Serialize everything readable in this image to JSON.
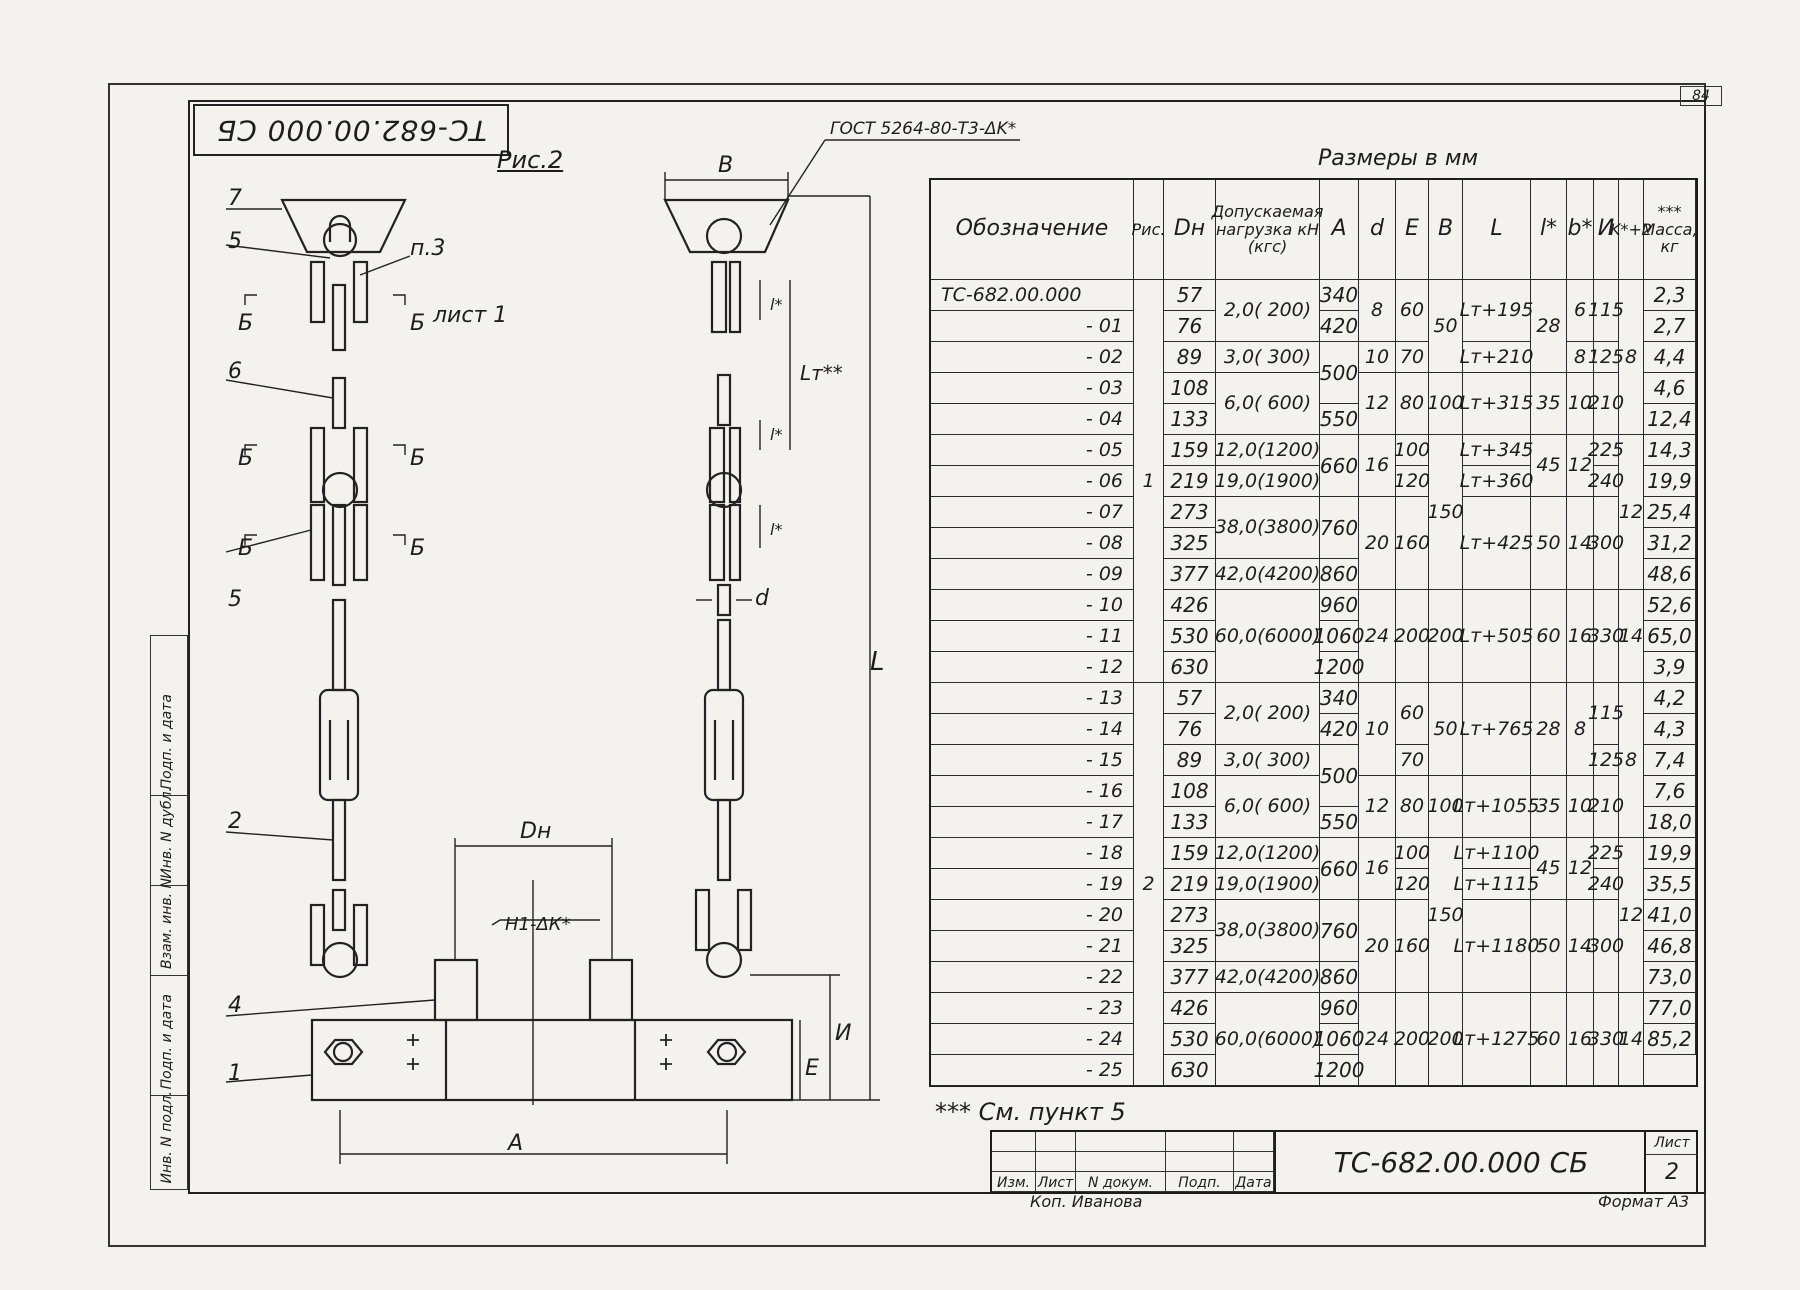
{
  "sheet_corner": "84",
  "rotated_code": "ТС-682.00.000 СБ",
  "figure_label": "Рис.2",
  "units_label": "Размеры в мм",
  "gost_label": "ГОСТ 5264-80-Т3-ΔK*",
  "weld_label": "Н1-ΔК*",
  "drawing_labels": {
    "item1": "1",
    "item2": "2",
    "item4": "4",
    "item5a": "5",
    "item5b": "5",
    "item6": "6",
    "item7": "7",
    "item_p3": "п.3",
    "section": "Б",
    "sheet_ref": "лист 1",
    "dim_B": "В",
    "dim_L": "L",
    "dim_Lt": "Lт**",
    "dim_l": "l*",
    "dim_d": "d",
    "dim_Dn": "Dн",
    "dim_A": "A",
    "dim_E": "E",
    "dim_I": "И"
  },
  "side_strip": [
    "Инв. N подл.",
    "Подп. и дата",
    "Взам. инв. N",
    "Инв. N дубл.",
    "Подп. и дата"
  ],
  "table": {
    "headers": {
      "designation": "Обозначение",
      "fig": "Рис.",
      "dn": "Dн",
      "load": "Допускаемая нагрузка кН (кгс)",
      "A": "A",
      "d": "d",
      "E": "E",
      "B": "B",
      "L": "L",
      "l": "l*",
      "b": "b*",
      "I": "И",
      "k": "K*+2",
      "mass": "*** Масса, кг"
    },
    "designations": [
      "ТС-682.00.000",
      "- 01",
      "- 02",
      "- 03",
      "- 04",
      "- 05",
      "- 06",
      "- 07",
      "- 08",
      "- 09",
      "- 10",
      "- 11",
      "- 12",
      "- 13",
      "- 14",
      "- 15",
      "- 16",
      "- 17",
      "- 18",
      "- 19",
      "- 20",
      "- 21",
      "- 22",
      "- 23",
      "- 24",
      "- 25"
    ],
    "dn": [
      "57",
      "76",
      "89",
      "108",
      "133",
      "159",
      "219",
      "273",
      "325",
      "377",
      "426",
      "530",
      "630",
      "57",
      "76",
      "89",
      "108",
      "133",
      "159",
      "219",
      "273",
      "325",
      "377",
      "426",
      "530",
      "630"
    ],
    "mass": [
      "2,3",
      "2,7",
      "4,4",
      "4,6",
      "12,4",
      "14,3",
      "19,9",
      "25,4",
      "31,2",
      "48,6",
      "52,6",
      "65,0",
      "3,9",
      "4,2",
      "4,3",
      "7,4",
      "7,6",
      "18,0",
      "19,9",
      "35,5",
      "41,0",
      "46,8",
      "73,0",
      "77,0",
      "85,2"
    ],
    "fig": [
      {
        "s": 0,
        "n": 13,
        "v": "1"
      },
      {
        "s": 13,
        "n": 13,
        "v": "2"
      }
    ],
    "load": [
      {
        "s": 0,
        "n": 2,
        "v": "2,0( 200)"
      },
      {
        "s": 2,
        "n": 1,
        "v": "3,0( 300)"
      },
      {
        "s": 3,
        "n": 2,
        "v": "6,0( 600)"
      },
      {
        "s": 5,
        "n": 1,
        "v": "12,0(1200)"
      },
      {
        "s": 6,
        "n": 1,
        "v": "19,0(1900)"
      },
      {
        "s": 7,
        "n": 2,
        "v": "38,0(3800)"
      },
      {
        "s": 9,
        "n": 1,
        "v": "42,0(4200)"
      },
      {
        "s": 10,
        "n": 3,
        "v": "60,0(6000)"
      },
      {
        "s": 13,
        "n": 2,
        "v": "2,0( 200)"
      },
      {
        "s": 15,
        "n": 1,
        "v": "3,0( 300)"
      },
      {
        "s": 16,
        "n": 2,
        "v": "6,0( 600)"
      },
      {
        "s": 18,
        "n": 1,
        "v": "12,0(1200)"
      },
      {
        "s": 19,
        "n": 1,
        "v": "19,0(1900)"
      },
      {
        "s": 20,
        "n": 2,
        "v": "38,0(3800)"
      },
      {
        "s": 22,
        "n": 1,
        "v": "42,0(4200)"
      },
      {
        "s": 23,
        "n": 3,
        "v": "60,0(6000)"
      }
    ],
    "A": [
      {
        "s": 0,
        "n": 1,
        "v": "340"
      },
      {
        "s": 1,
        "n": 1,
        "v": "420"
      },
      {
        "s": 2,
        "n": 2,
        "v": "500"
      },
      {
        "s": 4,
        "n": 1,
        "v": "550"
      },
      {
        "s": 5,
        "n": 2,
        "v": "660"
      },
      {
        "s": 7,
        "n": 2,
        "v": "760"
      },
      {
        "s": 9,
        "n": 1,
        "v": "860"
      },
      {
        "s": 10,
        "n": 1,
        "v": "960"
      },
      {
        "s": 11,
        "n": 1,
        "v": "1060"
      },
      {
        "s": 12,
        "n": 1,
        "v": "1200"
      },
      {
        "s": 13,
        "n": 1,
        "v": "340"
      },
      {
        "s": 14,
        "n": 1,
        "v": "420"
      },
      {
        "s": 15,
        "n": 2,
        "v": "500"
      },
      {
        "s": 17,
        "n": 1,
        "v": "550"
      },
      {
        "s": 18,
        "n": 2,
        "v": "660"
      },
      {
        "s": 20,
        "n": 2,
        "v": "760"
      },
      {
        "s": 22,
        "n": 1,
        "v": "860"
      },
      {
        "s": 23,
        "n": 1,
        "v": "960"
      },
      {
        "s": 24,
        "n": 1,
        "v": "1060"
      },
      {
        "s": 25,
        "n": 1,
        "v": "1200"
      }
    ],
    "d": [
      {
        "s": 0,
        "n": 2,
        "v": "8"
      },
      {
        "s": 2,
        "n": 1,
        "v": "10"
      },
      {
        "s": 3,
        "n": 2,
        "v": "12"
      },
      {
        "s": 5,
        "n": 2,
        "v": "16"
      },
      {
        "s": 7,
        "n": 3,
        "v": "20"
      },
      {
        "s": 10,
        "n": 3,
        "v": "24"
      },
      {
        "s": 13,
        "n": 3,
        "v": "10"
      },
      {
        "s": 16,
        "n": 2,
        "v": "12"
      },
      {
        "s": 18,
        "n": 2,
        "v": "16"
      },
      {
        "s": 20,
        "n": 3,
        "v": "20"
      },
      {
        "s": 23,
        "n": 3,
        "v": "24"
      }
    ],
    "E": [
      {
        "s": 0,
        "n": 2,
        "v": "60"
      },
      {
        "s": 2,
        "n": 1,
        "v": "70"
      },
      {
        "s": 3,
        "n": 2,
        "v": "80"
      },
      {
        "s": 5,
        "n": 1,
        "v": "100"
      },
      {
        "s": 6,
        "n": 1,
        "v": "120"
      },
      {
        "s": 7,
        "n": 3,
        "v": "160"
      },
      {
        "s": 10,
        "n": 3,
        "v": "200"
      },
      {
        "s": 13,
        "n": 2,
        "v": "60"
      },
      {
        "s": 15,
        "n": 1,
        "v": "70"
      },
      {
        "s": 16,
        "n": 2,
        "v": "80"
      },
      {
        "s": 18,
        "n": 1,
        "v": "100"
      },
      {
        "s": 19,
        "n": 1,
        "v": "120"
      },
      {
        "s": 20,
        "n": 3,
        "v": "160"
      },
      {
        "s": 23,
        "n": 3,
        "v": "200"
      }
    ],
    "B": [
      {
        "s": 0,
        "n": 3,
        "v": "50"
      },
      {
        "s": 3,
        "n": 2,
        "v": "100"
      },
      {
        "s": 5,
        "n": 5,
        "v": "150"
      },
      {
        "s": 10,
        "n": 3,
        "v": "200"
      },
      {
        "s": 13,
        "n": 3,
        "v": "50"
      },
      {
        "s": 16,
        "n": 2,
        "v": "100"
      },
      {
        "s": 18,
        "n": 5,
        "v": "150"
      },
      {
        "s": 23,
        "n": 3,
        "v": "200"
      }
    ],
    "L": [
      {
        "s": 0,
        "n": 2,
        "v": "Lт+195"
      },
      {
        "s": 2,
        "n": 1,
        "v": "Lт+210"
      },
      {
        "s": 3,
        "n": 2,
        "v": "Lт+315"
      },
      {
        "s": 5,
        "n": 1,
        "v": "Lт+345"
      },
      {
        "s": 6,
        "n": 1,
        "v": "Lт+360"
      },
      {
        "s": 7,
        "n": 3,
        "v": "Lт+425"
      },
      {
        "s": 10,
        "n": 3,
        "v": "Lт+505"
      },
      {
        "s": 13,
        "n": 3,
        "v": "Lт+765"
      },
      {
        "s": 16,
        "n": 2,
        "v": "Lт+1055"
      },
      {
        "s": 18,
        "n": 1,
        "v": "Lт+1100"
      },
      {
        "s": 19,
        "n": 1,
        "v": "Lт+1115"
      },
      {
        "s": 20,
        "n": 3,
        "v": "Lт+1180"
      },
      {
        "s": 23,
        "n": 3,
        "v": "Lт+1275"
      }
    ],
    "l": [
      {
        "s": 0,
        "n": 3,
        "v": "28"
      },
      {
        "s": 3,
        "n": 2,
        "v": "35"
      },
      {
        "s": 5,
        "n": 2,
        "v": "45"
      },
      {
        "s": 7,
        "n": 3,
        "v": "50"
      },
      {
        "s": 10,
        "n": 3,
        "v": "60"
      },
      {
        "s": 13,
        "n": 3,
        "v": "28"
      },
      {
        "s": 16,
        "n": 2,
        "v": "35"
      },
      {
        "s": 18,
        "n": 2,
        "v": "45"
      },
      {
        "s": 20,
        "n": 3,
        "v": "50"
      },
      {
        "s": 23,
        "n": 3,
        "v": "60"
      }
    ],
    "b": [
      {
        "s": 0,
        "n": 2,
        "v": "6"
      },
      {
        "s": 2,
        "n": 1,
        "v": "8"
      },
      {
        "s": 3,
        "n": 2,
        "v": "10"
      },
      {
        "s": 5,
        "n": 2,
        "v": "12"
      },
      {
        "s": 7,
        "n": 3,
        "v": "14"
      },
      {
        "s": 10,
        "n": 3,
        "v": "16"
      },
      {
        "s": 13,
        "n": 3,
        "v": "8"
      },
      {
        "s": 16,
        "n": 2,
        "v": "10"
      },
      {
        "s": 18,
        "n": 2,
        "v": "12"
      },
      {
        "s": 20,
        "n": 3,
        "v": "14"
      },
      {
        "s": 23,
        "n": 3,
        "v": "16"
      }
    ],
    "I": [
      {
        "s": 0,
        "n": 2,
        "v": "115"
      },
      {
        "s": 2,
        "n": 1,
        "v": "125"
      },
      {
        "s": 3,
        "n": 2,
        "v": "210"
      },
      {
        "s": 5,
        "n": 1,
        "v": "225"
      },
      {
        "s": 6,
        "n": 1,
        "v": "240"
      },
      {
        "s": 7,
        "n": 3,
        "v": "300"
      },
      {
        "s": 10,
        "n": 3,
        "v": "330"
      },
      {
        "s": 13,
        "n": 2,
        "v": "115"
      },
      {
        "s": 15,
        "n": 1,
        "v": "125"
      },
      {
        "s": 16,
        "n": 2,
        "v": "210"
      },
      {
        "s": 18,
        "n": 1,
        "v": "225"
      },
      {
        "s": 19,
        "n": 1,
        "v": "240"
      },
      {
        "s": 20,
        "n": 3,
        "v": "300"
      },
      {
        "s": 23,
        "n": 3,
        "v": "330"
      }
    ],
    "k": [
      {
        "s": 0,
        "n": 5,
        "v": "8"
      },
      {
        "s": 5,
        "n": 5,
        "v": "12"
      },
      {
        "s": 10,
        "n": 3,
        "v": "14"
      },
      {
        "s": 13,
        "n": 5,
        "v": "8"
      },
      {
        "s": 18,
        "n": 5,
        "v": "12"
      },
      {
        "s": 23,
        "n": 3,
        "v": "14"
      }
    ]
  },
  "footnote": "*** См. пункт 5",
  "title_block": {
    "revision_headers": [
      "Изм.",
      "Лист",
      "N докум.",
      "Подп.",
      "Дата"
    ],
    "code": "ТС-682.00.000 СБ",
    "sheet_title": "Лист",
    "sheet_number": "2"
  },
  "copied_by": "Коп. Иванова",
  "format": "Формат А3"
}
